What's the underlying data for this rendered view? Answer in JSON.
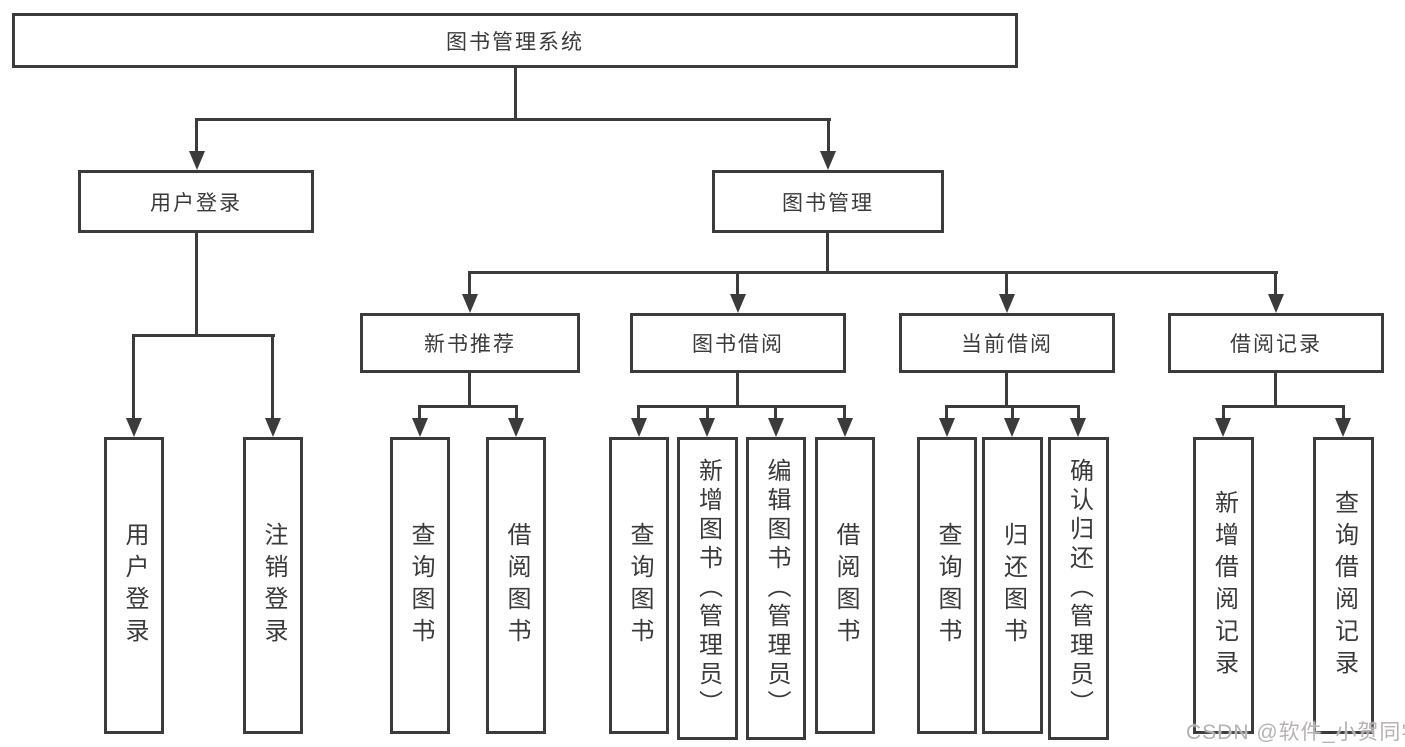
{
  "nodes": {
    "root": "图书管理系统",
    "l2": [
      "用户登录",
      "图书管理"
    ],
    "l3": [
      "新书推荐",
      "图书借阅",
      "当前借阅",
      "借阅记录"
    ],
    "leaves_user": [
      "用户登录",
      "注销登录"
    ],
    "leaves_newbook": [
      "查询图书",
      "借阅图书"
    ],
    "leaves_borrow": [
      "查询图书",
      "新增图书（管理员）",
      "编辑图书（管理员）",
      "借阅图书"
    ],
    "leaves_current": [
      "查询图书",
      "归还图书",
      "确认归还（管理员）"
    ],
    "leaves_records": [
      "新增借阅记录",
      "查询借阅记录"
    ]
  },
  "watermark": "CSDN @软件_小贺同学",
  "colors": {
    "line": "#3b3b3b",
    "text": "#3a3a3a",
    "watermark": "#b7b2b2",
    "background": "#ffffff"
  }
}
